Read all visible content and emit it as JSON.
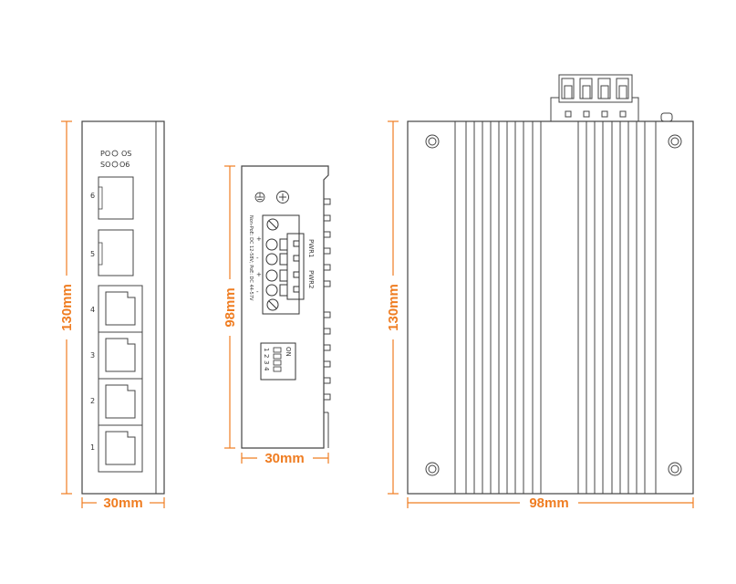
{
  "front_view": {
    "led_labels": {
      "po": "PO",
      "os": "OS",
      "so": "SO",
      "o6": "O6"
    },
    "port_numbers": [
      "6",
      "5",
      "4",
      "3",
      "2",
      "1"
    ],
    "height_label": "130mm",
    "width_label": "30mm"
  },
  "top_view": {
    "power_text": "Non-PoE: DC 12-58V; PoE: DC 44-57V",
    "pwr1_label": "PWR1",
    "pwr2_label": "PWR2",
    "polarity": [
      "+",
      "-",
      "+",
      "-"
    ],
    "dip_on_label": "ON",
    "dip_numbers": [
      "1",
      "2",
      "3",
      "4"
    ],
    "height_label": "98mm",
    "width_label": "30mm"
  },
  "side_view": {
    "height_label": "130mm",
    "width_label": "98mm"
  },
  "colors": {
    "dimension": "#ef7d22",
    "outline": "#444444"
  }
}
